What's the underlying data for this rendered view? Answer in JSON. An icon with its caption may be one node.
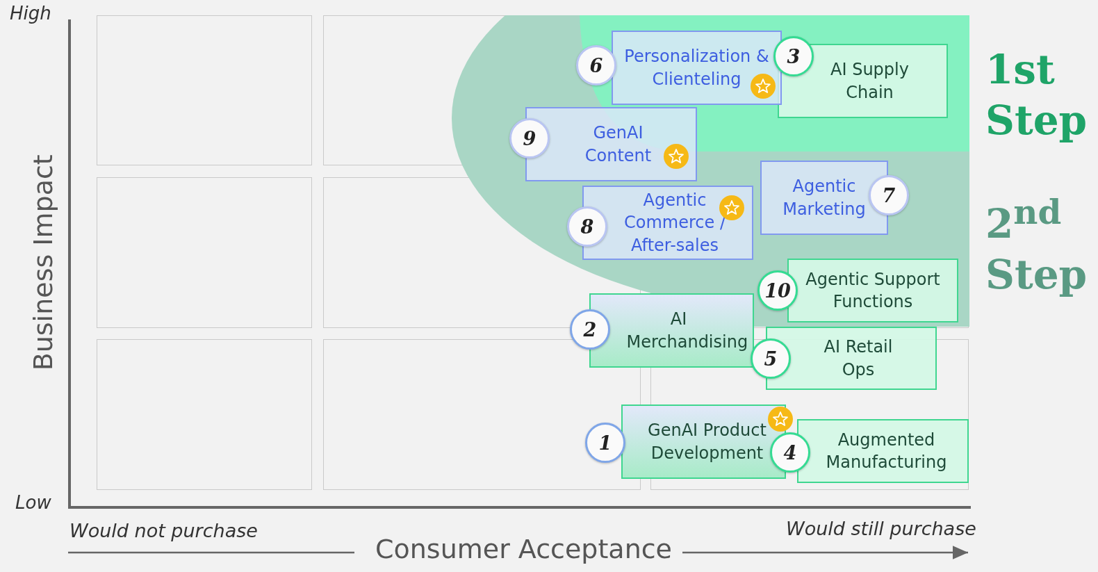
{
  "diagram": {
    "nodes": [
      {
        "text": [
          "6"
        ]
      },
      {
        "text": [
          "Personalization & Clienteling"
        ]
      },
      {
        "text": [
          "3"
        ]
      },
      {
        "text": [
          "AI Supply Chain"
        ]
      },
      {
        "text": [
          "9"
        ]
      },
      {
        "text": [
          "GenAI Content"
        ]
      },
      {
        "text": [
          "7"
        ]
      },
      {
        "text": [
          "Agentic Marketing"
        ]
      },
      {
        "text": [
          "8"
        ]
      },
      {
        "text": [
          "Agentic Commerce / After-sales"
        ]
      },
      {
        "text": [
          "10"
        ]
      },
      {
        "text": [
          "Agentic Support Functions"
        ]
      },
      {
        "text": [
          "2"
        ]
      },
      {
        "text": [
          "AI Merchandising"
        ]
      },
      {
        "text": [
          "5"
        ]
      },
      {
        "text": [
          "AI Retail Ops"
        ]
      },
      {
        "text": [
          "1"
        ]
      },
      {
        "text": [
          "GenAI Product Development"
        ]
      },
      {
        "text": [
          "4"
        ]
      },
      {
        "text": [
          "Augmented Manufacturing"
        ]
      }
    ],
    "edges": [],
    "labels": [
      "High",
      "Low",
      "Business Impact",
      "Would not purchase",
      "Would still purchase",
      "Consumer Acceptance",
      "1st Step",
      "2$^{nd}$ Step"
    ]
  }
}
